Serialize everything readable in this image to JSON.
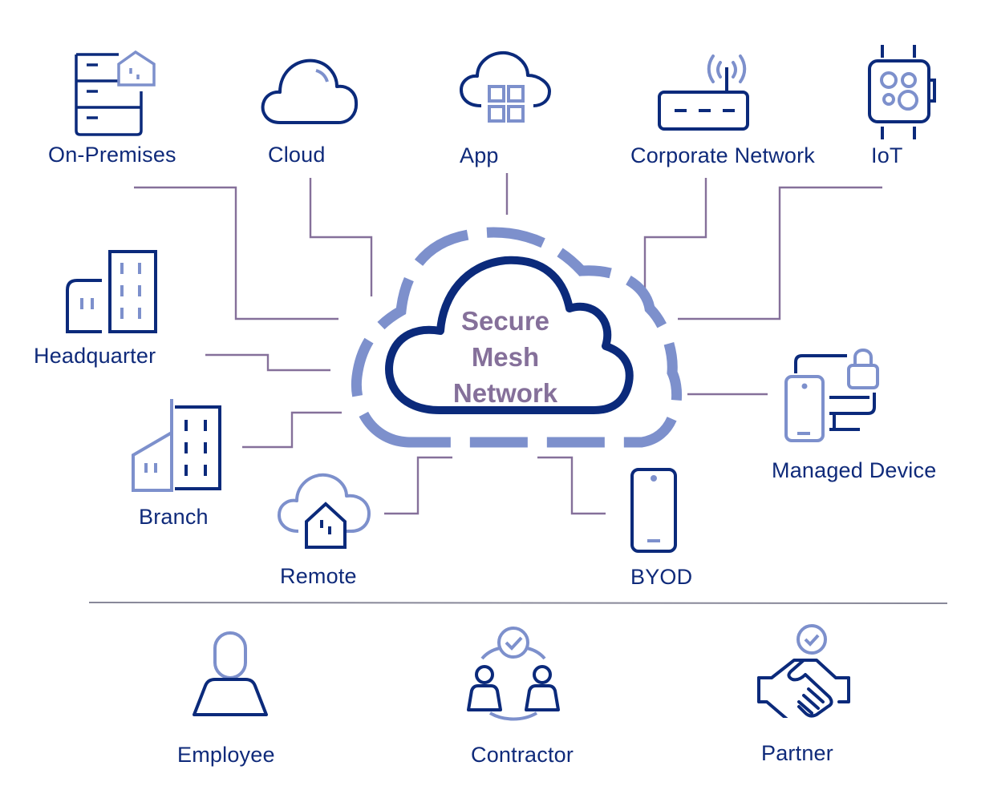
{
  "diagram": {
    "title_lines": [
      "Secure",
      "Mesh",
      "Network"
    ],
    "colors": {
      "dark_blue": "#0b2a7b",
      "light_blue": "#7d90cc",
      "connector_purple": "#85709a",
      "divider_gray": "#888899",
      "title_purple": "#85709a"
    },
    "nodes": [
      {
        "id": "on-premises",
        "label": "On-Premises",
        "icon": "server-house-icon"
      },
      {
        "id": "cloud",
        "label": "Cloud",
        "icon": "cloud-icon"
      },
      {
        "id": "app",
        "label": "App",
        "icon": "cloud-app-grid-icon"
      },
      {
        "id": "corporate-network",
        "label": "Corporate Network",
        "icon": "router-icon"
      },
      {
        "id": "iot",
        "label": "IoT",
        "icon": "smartwatch-icon"
      },
      {
        "id": "headquarter",
        "label": "Headquarter",
        "icon": "office-buildings-icon"
      },
      {
        "id": "branch",
        "label": "Branch",
        "icon": "branch-building-icon"
      },
      {
        "id": "remote",
        "label": "Remote",
        "icon": "cloud-home-icon"
      },
      {
        "id": "byod",
        "label": "BYOD",
        "icon": "smartphone-icon"
      },
      {
        "id": "managed-device",
        "label": "Managed  Device",
        "icon": "locked-devices-icon"
      }
    ],
    "users": [
      {
        "id": "employee",
        "label": "Employee",
        "icon": "person-icon"
      },
      {
        "id": "contractor",
        "label": "Contractor",
        "icon": "verified-people-icon"
      },
      {
        "id": "partner",
        "label": "Partner",
        "icon": "verified-handshake-icon"
      }
    ]
  }
}
